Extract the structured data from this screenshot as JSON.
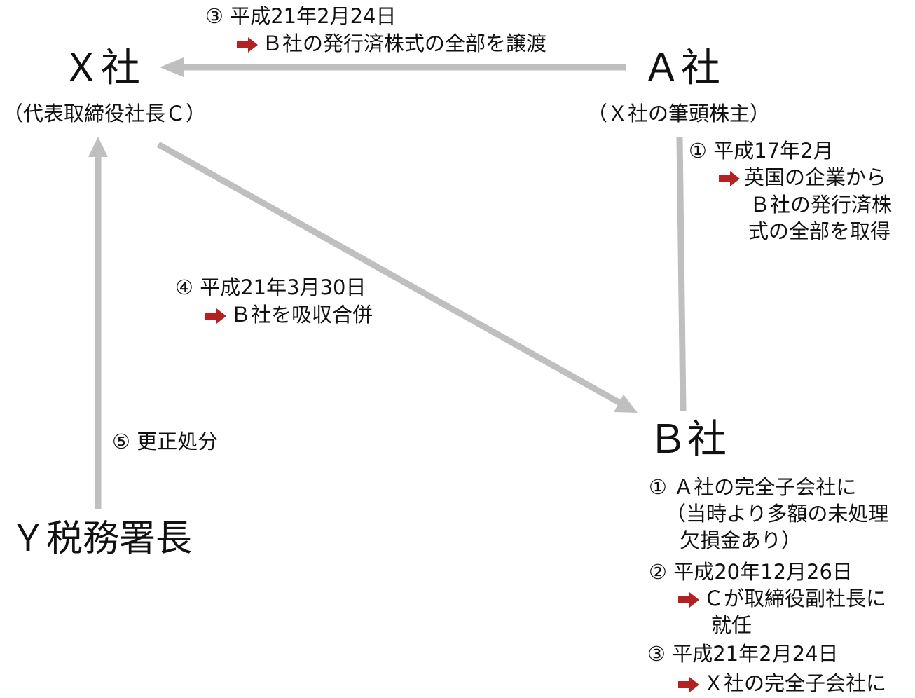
{
  "colors": {
    "line": "#bfbfbf",
    "arrow_red": "#b22222"
  },
  "nodes": {
    "x_company": {
      "name": "Ｘ社",
      "sub": "（代表取締役社長Ｃ）"
    },
    "a_company": {
      "name": "Ａ社",
      "sub": "（Ｘ社の筆頭株主）"
    },
    "b_company": {
      "name": "Ｂ社"
    },
    "y_tax": {
      "name": "Ｙ税務署長"
    }
  },
  "edges": {
    "a_to_x": {
      "label": "③ 平成21年2月24日",
      "detail": "Ｂ社の発行済株式の全部を譲渡"
    },
    "a_to_b": {
      "label": "① 平成17年2月",
      "detail_lines": [
        "英国の企業から",
        "Ｂ社の発行済株",
        "式の全部を取得"
      ]
    },
    "x_to_b": {
      "label": "④ 平成21年3月30日",
      "detail": "Ｂ社を吸収合併"
    },
    "y_to_x": {
      "label": "⑤ 更正処分"
    }
  },
  "b_notes": {
    "n1": {
      "label": "① Ａ社の完全子会社に",
      "lines": [
        "（当時より多額の未処理",
        "欠損金あり）"
      ]
    },
    "n2": {
      "label": "② 平成20年12月26日",
      "lines": [
        "Ｃが取締役副社長に",
        "就任"
      ]
    },
    "n3": {
      "label": "③ 平成21年2月24日",
      "lines": [
        "Ｘ社の完全子会社に"
      ]
    }
  }
}
